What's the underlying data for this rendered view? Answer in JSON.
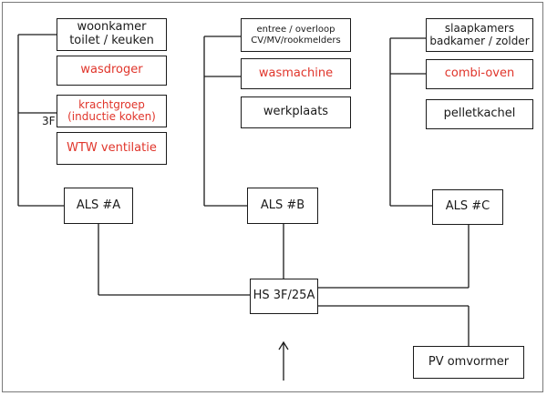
{
  "groups": {
    "a": {
      "items": [
        {
          "lines": [
            "woonkamer",
            "toilet / keuken"
          ],
          "highlight": false
        },
        {
          "lines": [
            "wasdroger"
          ],
          "highlight": true
        },
        {
          "lines": [
            "krachtgroep",
            "(inductie koken)"
          ],
          "highlight": true
        },
        {
          "lines": [
            "WTW ventilatie"
          ],
          "highlight": true
        }
      ],
      "breaker": "ALS #A",
      "phase_note": "3F"
    },
    "b": {
      "items": [
        {
          "lines": [
            "entree / overloop",
            "CV/MV/rookmelders"
          ],
          "highlight": false
        },
        {
          "lines": [
            "wasmachine"
          ],
          "highlight": true
        },
        {
          "lines": [
            "werkplaats"
          ],
          "highlight": false
        }
      ],
      "breaker": "ALS #B"
    },
    "c": {
      "items": [
        {
          "lines": [
            "slaapkamers",
            "badkamer / zolder"
          ],
          "highlight": false
        },
        {
          "lines": [
            "combi-oven"
          ],
          "highlight": true
        },
        {
          "lines": [
            "pelletkachel"
          ],
          "highlight": false
        }
      ],
      "breaker": "ALS #C"
    }
  },
  "main_switch": "HS 3F/25A",
  "inverter": "PV omvormer",
  "colors": {
    "highlight": "#e0352b",
    "line": "#1a1a1a"
  }
}
